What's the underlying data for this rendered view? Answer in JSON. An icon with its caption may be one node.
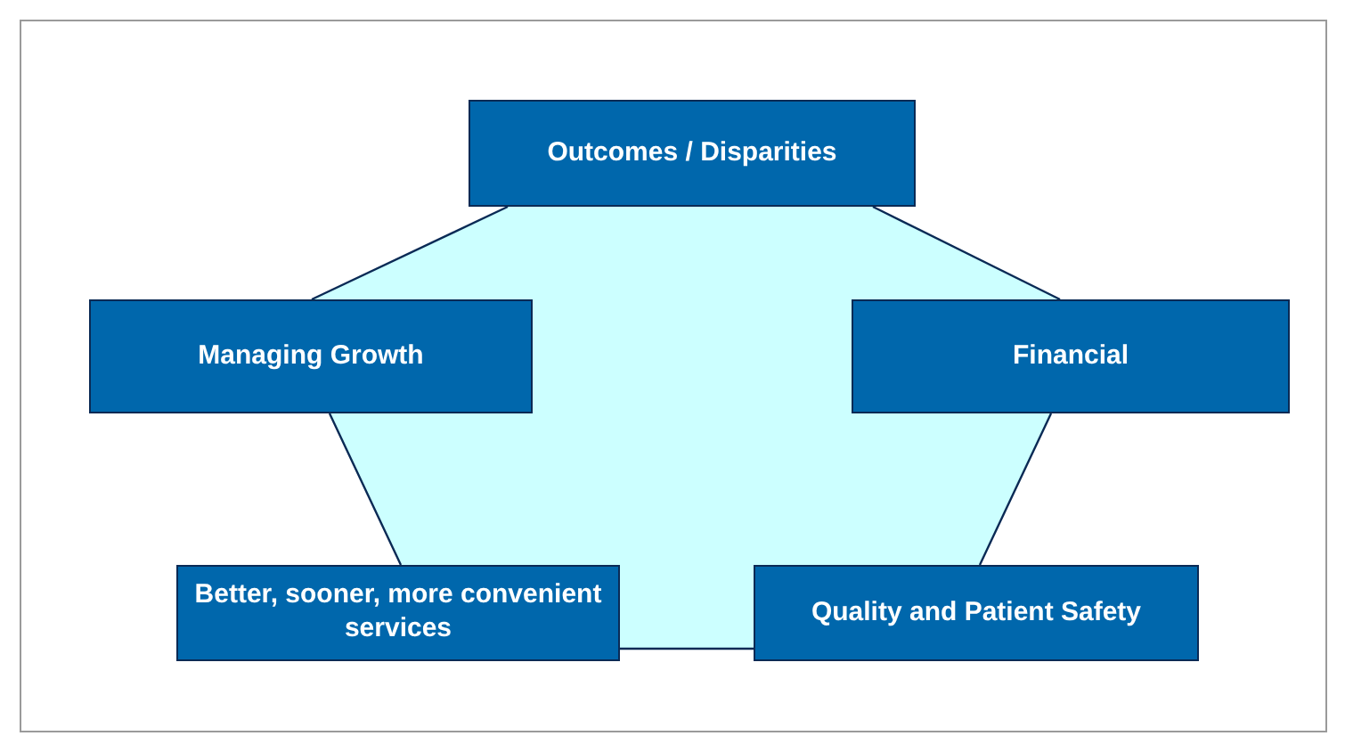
{
  "diagram": {
    "nodes": [
      {
        "text": [
          "Outcomes / Disparities"
        ]
      },
      {
        "text": [
          "Managing Growth"
        ]
      },
      {
        "text": [
          "Financial"
        ]
      },
      {
        "text": [
          "Better, sooner, more convenient services"
        ]
      },
      {
        "text": [
          "Quality and Patient Safety"
        ]
      }
    ],
    "edges": [
      {
        "from": 0,
        "to": 1,
        "arrow": "none"
      },
      {
        "from": 0,
        "to": 2,
        "arrow": "none"
      },
      {
        "from": 1,
        "to": 3,
        "arrow": "none"
      },
      {
        "from": 2,
        "to": 4,
        "arrow": "none"
      },
      {
        "from": 3,
        "to": 4,
        "arrow": "none"
      }
    ]
  }
}
